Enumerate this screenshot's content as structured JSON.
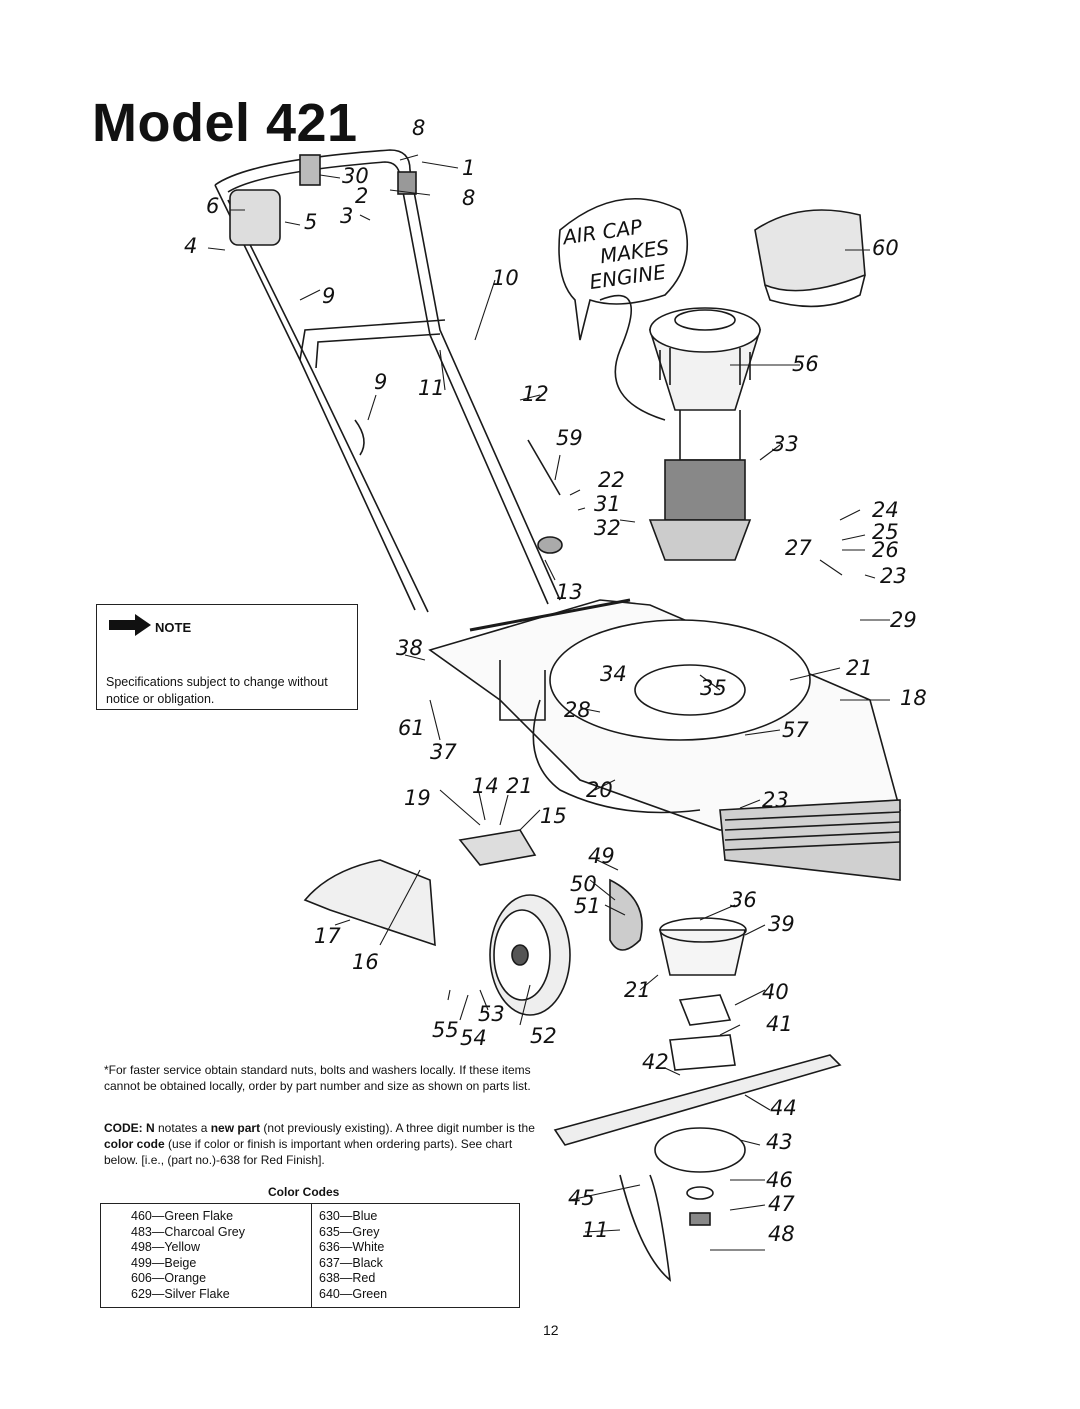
{
  "title": "Model 421",
  "note": {
    "heading": "NOTE",
    "text": "Specifications subject to change without notice or obligation."
  },
  "handwritten_note": [
    "AIR CAP",
    "MAKES",
    "ENGINE"
  ],
  "callouts": [
    "8",
    "1",
    "30",
    "8",
    "2",
    "6",
    "5",
    "3",
    "4",
    "10",
    "9",
    "9",
    "11",
    "12",
    "59",
    "13",
    "22",
    "31",
    "32",
    "33",
    "56",
    "60",
    "24",
    "25",
    "26",
    "27",
    "23",
    "29",
    "38",
    "21",
    "18",
    "34",
    "35",
    "28",
    "61",
    "57",
    "37",
    "19",
    "14",
    "21",
    "20",
    "15",
    "23",
    "49",
    "50",
    "51",
    "36",
    "39",
    "17",
    "16",
    "40",
    "55",
    "54",
    "53",
    "52",
    "21",
    "41",
    "42",
    "44",
    "43",
    "46",
    "45",
    "47",
    "11",
    "48"
  ],
  "fastener_note": "*For faster service obtain standard nuts, bolts and washers locally. If these items cannot be obtained locally, order by part number and size as shown on parts list.",
  "code_note": {
    "prefix": "CODE: N",
    "text_1": " notates a ",
    "new_part": "new part",
    "text_2": " (not previously existing). A three digit number is the ",
    "color_code": "color code",
    "text_3": " (use if color or finish is important when ordering parts). See chart below. [i.e., (part no.)-638 for Red Finish]."
  },
  "color_codes": {
    "title": "Color Codes",
    "left": [
      "460—Green Flake",
      "483—Charcoal Grey",
      "498—Yellow",
      "499—Beige",
      "606—Orange",
      "629—Silver Flake"
    ],
    "right": [
      "630—Blue",
      "635—Grey",
      "636—White",
      "637—Black",
      "638—Red",
      "640—Green"
    ]
  },
  "page_number": "12"
}
